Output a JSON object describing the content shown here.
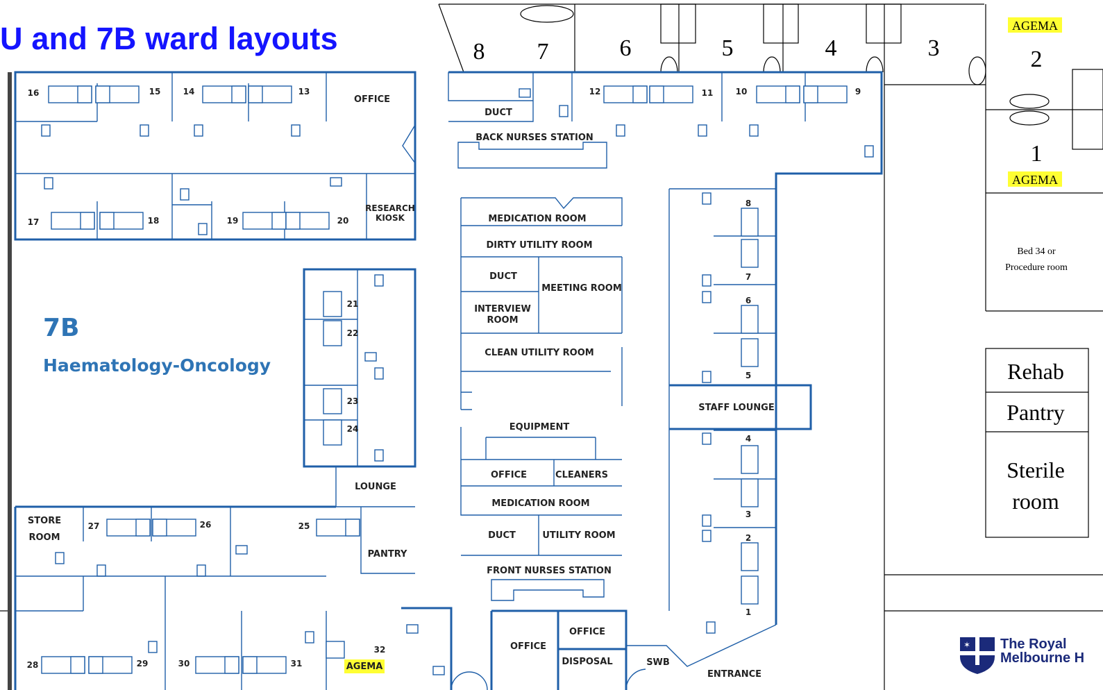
{
  "slide": {
    "title": "U and 7B ward layouts",
    "ward_name": "7B",
    "ward_specialty": "Haematology-Oncology"
  },
  "rooms": {
    "office_top": "OFFICE",
    "duct_top": "DUCT",
    "back_nurses_station": "BACK NURSES STATION",
    "research_kiosk_1": "RESEARCH",
    "research_kiosk_2": "KIOSK",
    "medication_room_1": "MEDICATION ROOM",
    "dirty_utility_room": "DIRTY UTILITY ROOM",
    "duct_mid": "DUCT",
    "meeting_room": "MEETING ROOM",
    "interview_room_1": "INTERVIEW",
    "interview_room_2": "ROOM",
    "clean_utility_room": "CLEAN UTILITY ROOM",
    "equipment": "EQUIPMENT",
    "office_mid": "OFFICE",
    "cleaners": "CLEANERS",
    "medication_room_2": "MEDICATION ROOM",
    "duct_low": "DUCT",
    "utility_room": "UTILITY ROOM",
    "front_nurses_station": "FRONT NURSES STATION",
    "staff_lounge": "STAFF LOUNGE",
    "lounge": "LOUNGE",
    "pantry": "PANTRY",
    "store_room_1": "STORE",
    "store_room_2": "ROOM",
    "office_bottom": "OFFICE",
    "office_bottom_right": "OFFICE",
    "disposal": "DISPOSAL",
    "swb": "SWB",
    "entrance": "ENTRANCE",
    "agema_32": "AGEMA"
  },
  "bed_numbers": {
    "b1": "1",
    "b2": "2",
    "b3": "3",
    "b4": "4",
    "b5": "5",
    "b6": "6",
    "b7": "7",
    "b8": "8",
    "b9": "9",
    "b10": "10",
    "b11": "11",
    "b12": "12",
    "b13": "13",
    "b14": "14",
    "b15": "15",
    "b16": "16",
    "b17": "17",
    "b18": "18",
    "b19": "19",
    "b20": "20",
    "b21": "21",
    "b22": "22",
    "b23": "23",
    "b24": "24",
    "b25": "25",
    "b26": "26",
    "b27": "27",
    "b28": "28",
    "b29": "29",
    "b30": "30",
    "b31": "31",
    "b32": "32"
  },
  "u_ward": {
    "rooms_top": [
      "8",
      "7",
      "6",
      "5",
      "4",
      "3"
    ],
    "room_2": "2",
    "room_1": "1",
    "agema_top": "AGEMA",
    "agema_mid": "AGEMA",
    "bed34_line1": "Bed 34 or",
    "bed34_line2": "Procedure room",
    "rehab": "Rehab",
    "pantry": "Pantry",
    "sterile_1": "Sterile",
    "sterile_2": "room"
  },
  "logo": {
    "line1": "The Royal",
    "line2": "Melbourne H"
  },
  "colors": {
    "title": "#1414ff",
    "walls": "#1f5fa8",
    "ward_label": "#2e74b5",
    "highlight": "#ffff33",
    "logo": "#1b2a7a"
  }
}
